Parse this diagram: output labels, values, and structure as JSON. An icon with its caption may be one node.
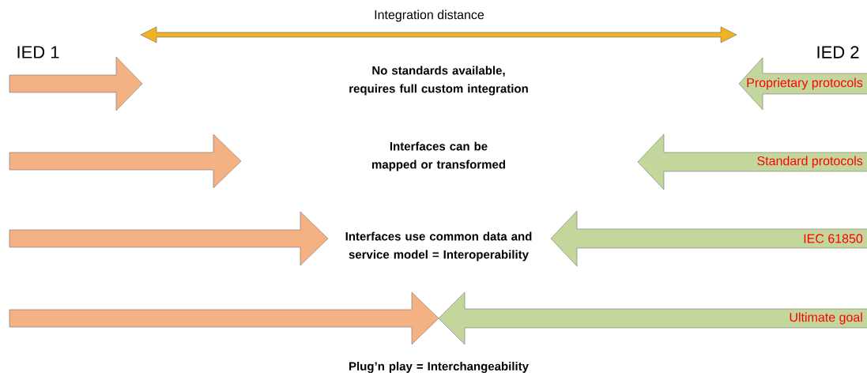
{
  "diagram": {
    "nodes": [
      {
        "text": [],
        "shape": "arrow"
      },
      {
        "text": [
          "Proprietary protocols"
        ]
      },
      {
        "text": [],
        "shape": "arrow"
      },
      {
        "text": [
          "Standard protocols"
        ]
      },
      {
        "text": [],
        "shape": "arrow"
      },
      {
        "text": [
          "IEC 61850"
        ]
      },
      {
        "text": [],
        "shape": "arrow"
      },
      {
        "text": [
          "Ultimate goal"
        ]
      }
    ],
    "labels": [
      "Integration distance",
      "IED 1",
      "IED 2",
      "No standards available, requires full custom integration",
      "Interfaces can be mapped or transformed",
      "Interfaces use common data and service model = Interoperability",
      "Plug’n play = Interchangeability"
    ]
  }
}
